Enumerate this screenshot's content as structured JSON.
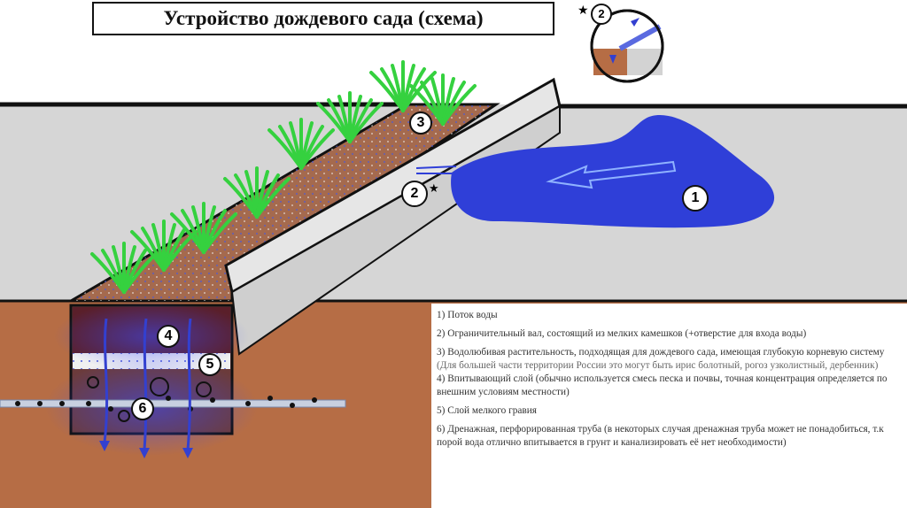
{
  "title": "Устройство дождевого сада (схема)",
  "markers": {
    "m1": "1",
    "m2": "2",
    "m3": "3",
    "m4": "4",
    "m5": "5",
    "m6": "6",
    "inset": "2",
    "star": "★"
  },
  "legend": {
    "items": [
      {
        "text": "1) Поток воды"
      },
      {
        "text": "2) Ограничительный вал, состоящий из мелких камешков (+отверстие для входа воды)"
      },
      {
        "text": "3) Водолюбивая растительность, подходящая для дождевого сада, имеющая глубокую корневую систему ",
        "note": "(Для большей части территории России это могут быть ирис болотный, рогоз узколистный, дербенник)"
      },
      {
        "text": "4) Впитывающий слой (обычно используется смесь песка и почвы, точная концентрация определяется по внешним условиям местности)"
      },
      {
        "text": "5) Слой мелкого гравия"
      },
      {
        "text": "6) Дренажная, перфорированная труба (в некоторых случая дренажная труба может не понадобиться, т.к порой вода отлично впитывается в грунт и канализировать её нет необходимости)"
      }
    ]
  },
  "colors": {
    "ground": "#b66d45",
    "pavement": "#d3d3d3",
    "garden_soil": "#a56a4e",
    "water": "#2f3fd8",
    "plant": "#35d13f",
    "pipe": "#c8d0e0"
  }
}
